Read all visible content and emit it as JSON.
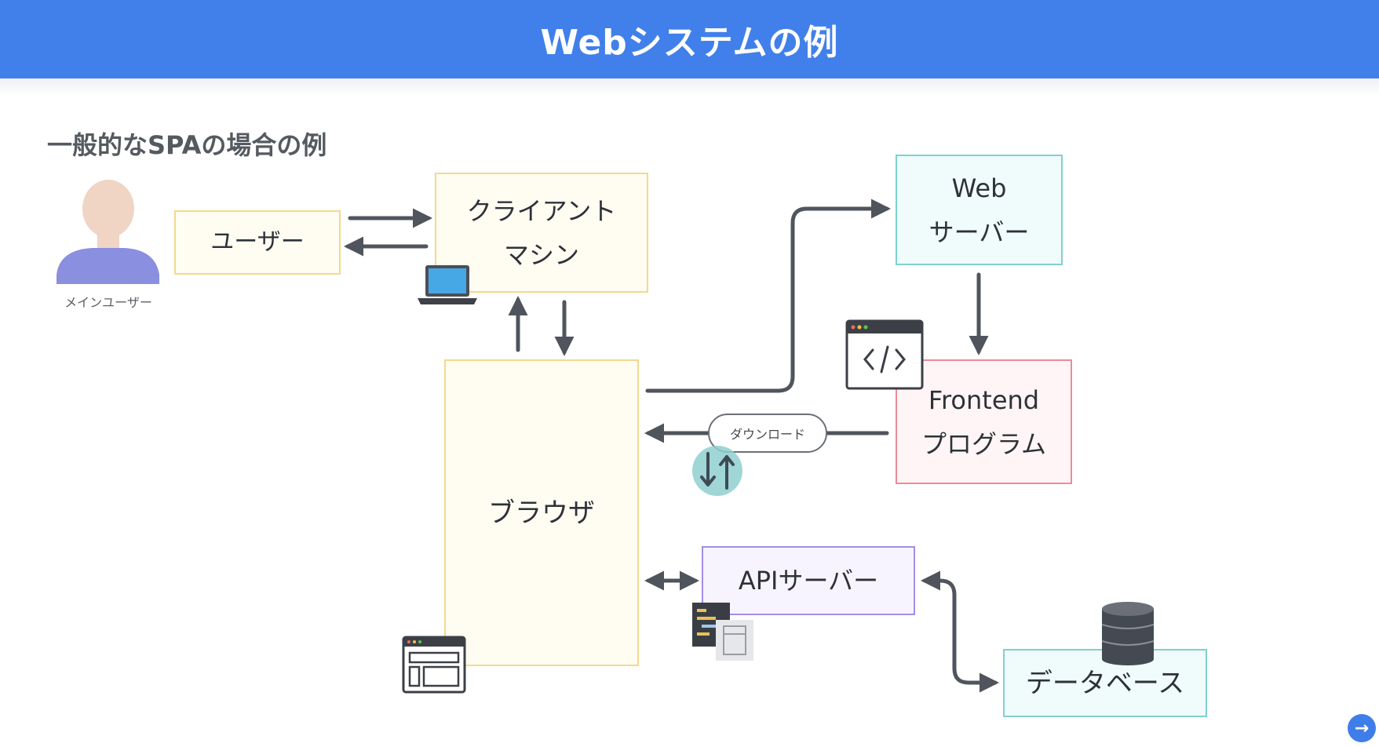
{
  "header": {
    "title": "Webシステムの例"
  },
  "subtitle": "一般的なSPAの場合の例",
  "user": {
    "caption": "メインユーザー"
  },
  "nodes": {
    "user_box": [
      "ユーザー"
    ],
    "client_machine": [
      "クライアント",
      "マシン"
    ],
    "browser": [
      "ブラウザ"
    ],
    "web_server": [
      "Web",
      "サーバー"
    ],
    "frontend_program": [
      "Frontend",
      "プログラム"
    ],
    "api_server": [
      "APIサーバー"
    ],
    "database": [
      "データベース"
    ]
  },
  "edge_labels": {
    "download": "ダウンロード"
  },
  "colors": {
    "header": "#4180ea",
    "arrow": "#50545c",
    "yellow_border": "#f4d98b",
    "teal_border": "#7fd1cd",
    "pink_border": "#ee8a97",
    "purple_border": "#a48ee6"
  },
  "icons": [
    "person-icon",
    "laptop-icon",
    "code-window-icon",
    "transfer-icon",
    "layout-window-icon",
    "code-file-icon",
    "database-icon",
    "arrow-right-icon"
  ]
}
